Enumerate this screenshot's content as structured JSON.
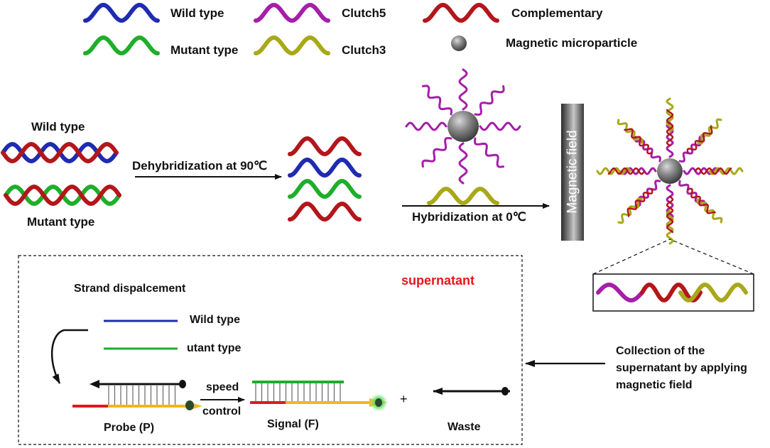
{
  "legend": {
    "wild_type": "Wild type",
    "mutant_type": "Mutant type",
    "clutch5": "Clutch5",
    "clutch3": "Clutch3",
    "complementary": "Complementary",
    "magnetic_microparticle": "Magnetic microparticle"
  },
  "step1": {
    "wild_type_label": "Wild type",
    "mutant_type_label": "Mutant type",
    "dehybridization": "Dehybridization at 90℃"
  },
  "step2": {
    "hybridization": "Hybridization at 0℃",
    "magnetic_field": "Magnetic field"
  },
  "bottom": {
    "supernatant": "supernatant",
    "strand_displacement": "Strand dispalcement",
    "wild_type": "Wild type",
    "mutant_type": "utant type",
    "speed": "speed",
    "control": "control",
    "probe": "Probe (P)",
    "signal": "Signal (F)",
    "plus": "+",
    "waste": "Waste",
    "collection": [
      "Collection of the",
      "supernatant by applying",
      "magnetic field"
    ]
  },
  "colors": {
    "wild": "#1f2bb0",
    "mutant": "#1fae2a",
    "clutch5": "#a51fa8",
    "clutch3": "#a8a81a",
    "complementary": "#b3161b",
    "particle": "#707070",
    "supernatant_text": "#e8141a",
    "probe_red": "#e01a1a",
    "probe_orange": "#f5b51a"
  }
}
